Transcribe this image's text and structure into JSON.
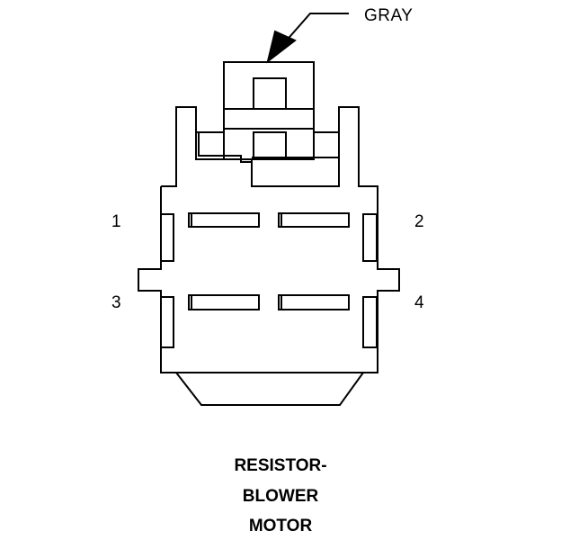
{
  "callout": {
    "text": "GRAY"
  },
  "pins": [
    {
      "number": "1"
    },
    {
      "number": "2"
    },
    {
      "number": "3"
    },
    {
      "number": "4"
    }
  ],
  "title": {
    "lines": [
      "RESISTOR-",
      "BLOWER",
      "MOTOR"
    ]
  },
  "colors": {
    "line": "#000000",
    "fill": "#ffffff"
  }
}
